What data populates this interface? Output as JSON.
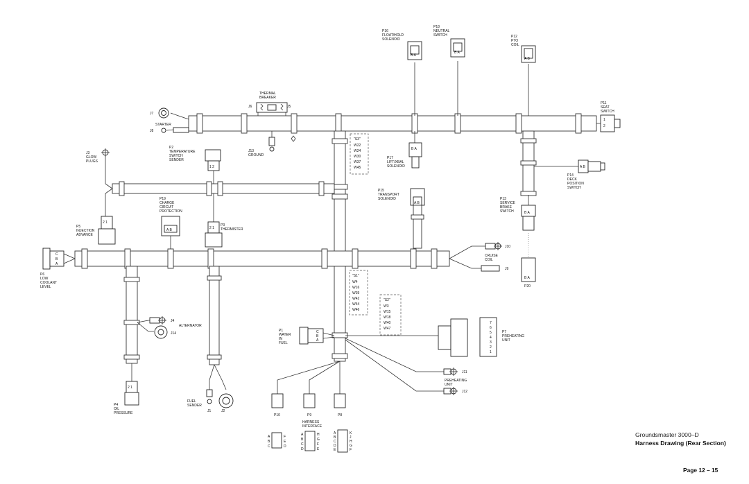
{
  "footer": {
    "model": "Groundsmaster 3000–D",
    "title": "Harness Drawing (Rear Section)",
    "page": "Page 12 – 15"
  },
  "labels": {
    "p16": [
      "P16",
      "FLOAT/HOLD",
      "SOLENOID"
    ],
    "p18": [
      "P18",
      "NEUTRAL",
      "SWITCH"
    ],
    "p12": [
      "P12",
      "PTO",
      "COIL"
    ],
    "p11": [
      "P11",
      "SEAT",
      "SWITCH"
    ],
    "thermal": [
      "THERMAL",
      "BREAKER"
    ],
    "j6_top": "J6",
    "j5": "J5",
    "j7": "J7",
    "starter": "STARTER",
    "j8": "J8",
    "j13": [
      "J13",
      "GROUND"
    ],
    "s3_title": "\"S3\"",
    "s3": [
      "W22",
      "W24",
      "W30",
      "W37",
      "W45"
    ],
    "j3": [
      "J3",
      "GLOW",
      "PLUGS"
    ],
    "p2": [
      "P2",
      "TEMPERATURE",
      "SWITCH",
      "SENDER"
    ],
    "p17": [
      "P17",
      "LIFT/XBAL",
      "SOLENOID"
    ],
    "p14": [
      "P14",
      "DECK",
      "POSITION",
      "SWITCH"
    ],
    "p15": [
      "P15",
      "TRANSPORT",
      "SOLENOID"
    ],
    "p13": [
      "P13",
      "SERVICE",
      "BRAKE",
      "SWITCH"
    ],
    "p19": [
      "P19",
      "CHARGE",
      "CIRCUIT",
      "PROTECTION"
    ],
    "p5": [
      "P5",
      "INJECTION",
      "ADVANCE"
    ],
    "p3": [
      "P3",
      "THERMISTER"
    ],
    "j10": "J10",
    "cruise": [
      "CRUISE",
      "COIL"
    ],
    "j9": "J9",
    "p20": "P20",
    "p6": [
      "P6",
      "LOW",
      "COOLANT",
      "LEVEL"
    ],
    "s1_title": "\"S1\"",
    "s1": [
      "W4",
      "W16",
      "W39",
      "W42",
      "W44",
      "W46"
    ],
    "s2_title": "\"S2\"",
    "s2": [
      "W3",
      "W15",
      "W18",
      "W40",
      "W47"
    ],
    "j4": "J4",
    "alternator": "ALTERNATOR",
    "j14": "J14",
    "p1": [
      "P1",
      "WATER",
      "IN",
      "FUEL"
    ],
    "p7": [
      "P7",
      "PREHEATING",
      "UNIT"
    ],
    "j11": "J11",
    "preheating": [
      "PREHEATING",
      "UNIT"
    ],
    "j12": "J12",
    "p4": [
      "P4",
      "OIL",
      "PRESSURE"
    ],
    "fuel_sender": [
      "FUEL",
      "SENDER"
    ],
    "j1": "J1",
    "j2": "J2",
    "p10": "P10",
    "p9": "P9",
    "p8": "P8",
    "harness_interface": [
      "HARNESS",
      "INTERFACE"
    ],
    "pins_b": "B A",
    "pins_ab": "A B",
    "pins_21": "2 1",
    "pins_12": "1 2",
    "seat_pins": [
      "1",
      "2"
    ],
    "p7_pins": [
      "7",
      "6",
      "5",
      "4",
      "3",
      "2",
      "1"
    ],
    "p10_left": [
      "A",
      "B",
      "C"
    ],
    "p10_right": [
      "F",
      "E",
      "D"
    ],
    "p9_left": [
      "A",
      "B",
      "C",
      "D"
    ],
    "p9_right": [
      "H",
      "G",
      "F",
      "E"
    ],
    "p8_left": [
      "A",
      "B",
      "C",
      "D",
      "E"
    ],
    "p8_right": [
      "K",
      "J",
      "H",
      "G",
      "F"
    ],
    "p6_pins": [
      "C",
      "B",
      "A"
    ],
    "p1_pins": [
      "C",
      "B",
      "A"
    ]
  }
}
